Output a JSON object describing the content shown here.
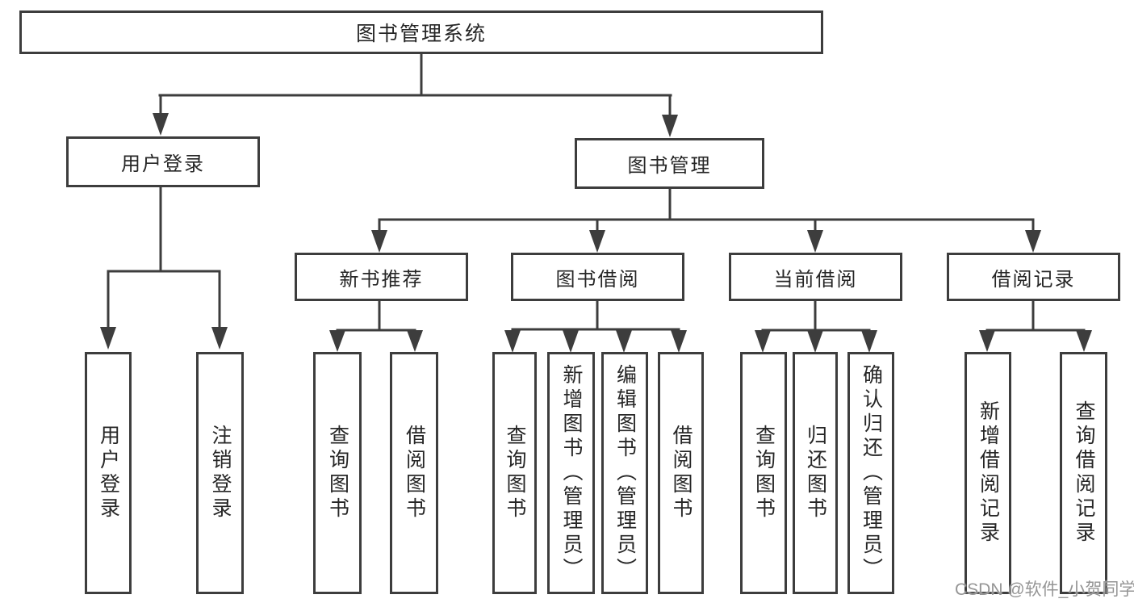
{
  "diagram": {
    "root": {
      "label": "图书管理系统"
    },
    "branches": [
      {
        "label": "用户登录",
        "children": [
          {
            "label": "用户登录"
          },
          {
            "label": "注销登录"
          }
        ]
      },
      {
        "label": "图书管理",
        "children": [
          {
            "label": "新书推荐",
            "children": [
              {
                "label": "查询图书"
              },
              {
                "label": "借阅图书"
              }
            ]
          },
          {
            "label": "图书借阅",
            "children": [
              {
                "label": "查询图书"
              },
              {
                "label": "新增图书（管理员）"
              },
              {
                "label": "编辑图书（管理员）"
              },
              {
                "label": "借阅图书"
              }
            ]
          },
          {
            "label": "当前借阅",
            "children": [
              {
                "label": "查询图书"
              },
              {
                "label": "归还图书"
              },
              {
                "label": "确认归还（管理员）"
              }
            ]
          },
          {
            "label": "借阅记录",
            "children": [
              {
                "label": "新增借阅记录"
              },
              {
                "label": "查询借阅记录"
              }
            ]
          }
        ]
      }
    ]
  },
  "watermark": {
    "text": "CSDN @软件_小贺同学"
  },
  "colors": {
    "line": "#3d3d3d",
    "text": "#262626",
    "bg": "#ffffff",
    "watermark": "#959595"
  }
}
